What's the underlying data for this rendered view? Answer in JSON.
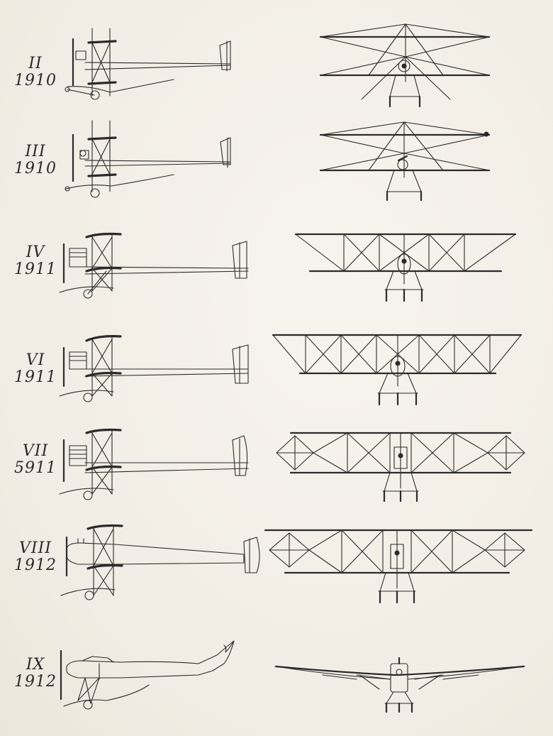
{
  "aircraft": [
    {
      "roman": "II",
      "year": "1910"
    },
    {
      "roman": "III",
      "year": "1910"
    },
    {
      "roman": "IV",
      "year": "1911"
    },
    {
      "roman": "VI",
      "year": "1911"
    },
    {
      "roman": "VII",
      "year": "5911"
    },
    {
      "roman": "VIII",
      "year": "1912"
    },
    {
      "roman": "IX",
      "year": "1912"
    }
  ],
  "colors": {
    "ink": "#2b2b2b",
    "paper": "#f4f1ea"
  }
}
